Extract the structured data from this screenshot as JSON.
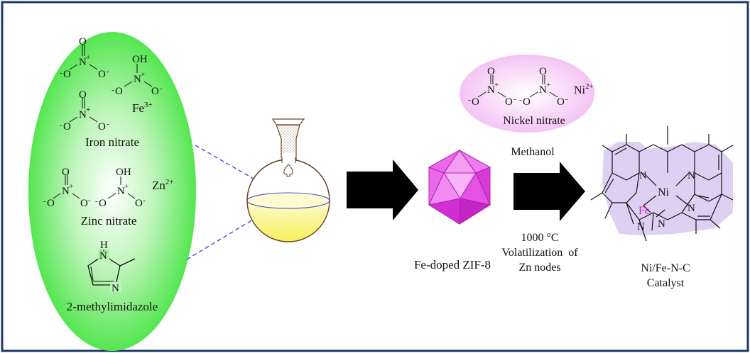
{
  "colors": {
    "frame": "#1f3864",
    "green_oval": "#3fe33b",
    "pink_oval": "#f2b8f2",
    "flask_liquid": "#f6f05a",
    "zif_crystal": "#e040e0",
    "catalyst_ring": "#ddd0f2",
    "fe_label": "#d21fd2",
    "arrow": "#000000",
    "dashed_line": "#3a3af0"
  },
  "icons": {
    "flask": "round-bottom-flask-icon",
    "crystal": "icosahedron-crystal-icon",
    "arrow": "black-block-arrow-icon"
  },
  "precursors": {
    "iron_nitrate": {
      "label": "Iron nitrate",
      "ion_base": "Fe",
      "ion_charge": "3+"
    },
    "zinc_nitrate": {
      "label": "Zinc nitrate",
      "ion_base": "Zn",
      "ion_charge": "2+"
    },
    "imidazole": {
      "label": "2-methylimidazole",
      "atom_h": "H",
      "atom_n": "N"
    }
  },
  "nitrate": {
    "o": "O",
    "oh": "OH",
    "n": "N",
    "minus": "-",
    "plus": "+"
  },
  "nickel_nitrate": {
    "label": "Nickel nitrate",
    "ion_base": "Ni",
    "ion_charge": "2+"
  },
  "zif": {
    "label": "Fe-doped ZIF-8"
  },
  "step2": {
    "solvent": "Methanol",
    "temperature": "1000 °C",
    "note_line1": "Volatilization  of",
    "note_line2": "Zn nodes"
  },
  "catalyst": {
    "label_line1": "Ni/Fe-N-C",
    "label_line2": "Catalyst",
    "atom_ni": "Ni",
    "atom_fe": "Fe",
    "atom_n": "N"
  }
}
